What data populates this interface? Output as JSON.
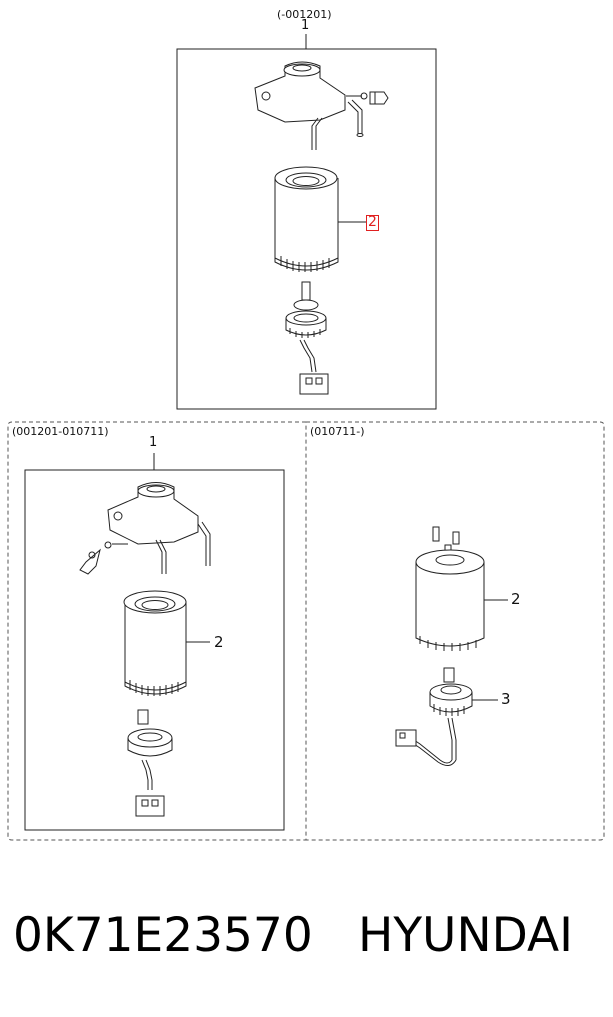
{
  "diagram": {
    "top_panel": {
      "range_label": "(-001201)",
      "callouts": {
        "assembly": "1",
        "filter": "2"
      },
      "highlighted_callout": "2"
    },
    "bottom_left_panel": {
      "range_label": "(001201-010711)",
      "callouts": {
        "assembly": "1",
        "filter": "2"
      }
    },
    "bottom_right_panel": {
      "range_label": "(010711-)",
      "callouts": {
        "filter": "2",
        "sensor": "3"
      }
    },
    "colors": {
      "line": "#222222",
      "highlight": "#e02020",
      "dash": "#555555"
    }
  },
  "footer": {
    "part_number": "0K71E23570",
    "brand": "HYUNDAI"
  }
}
